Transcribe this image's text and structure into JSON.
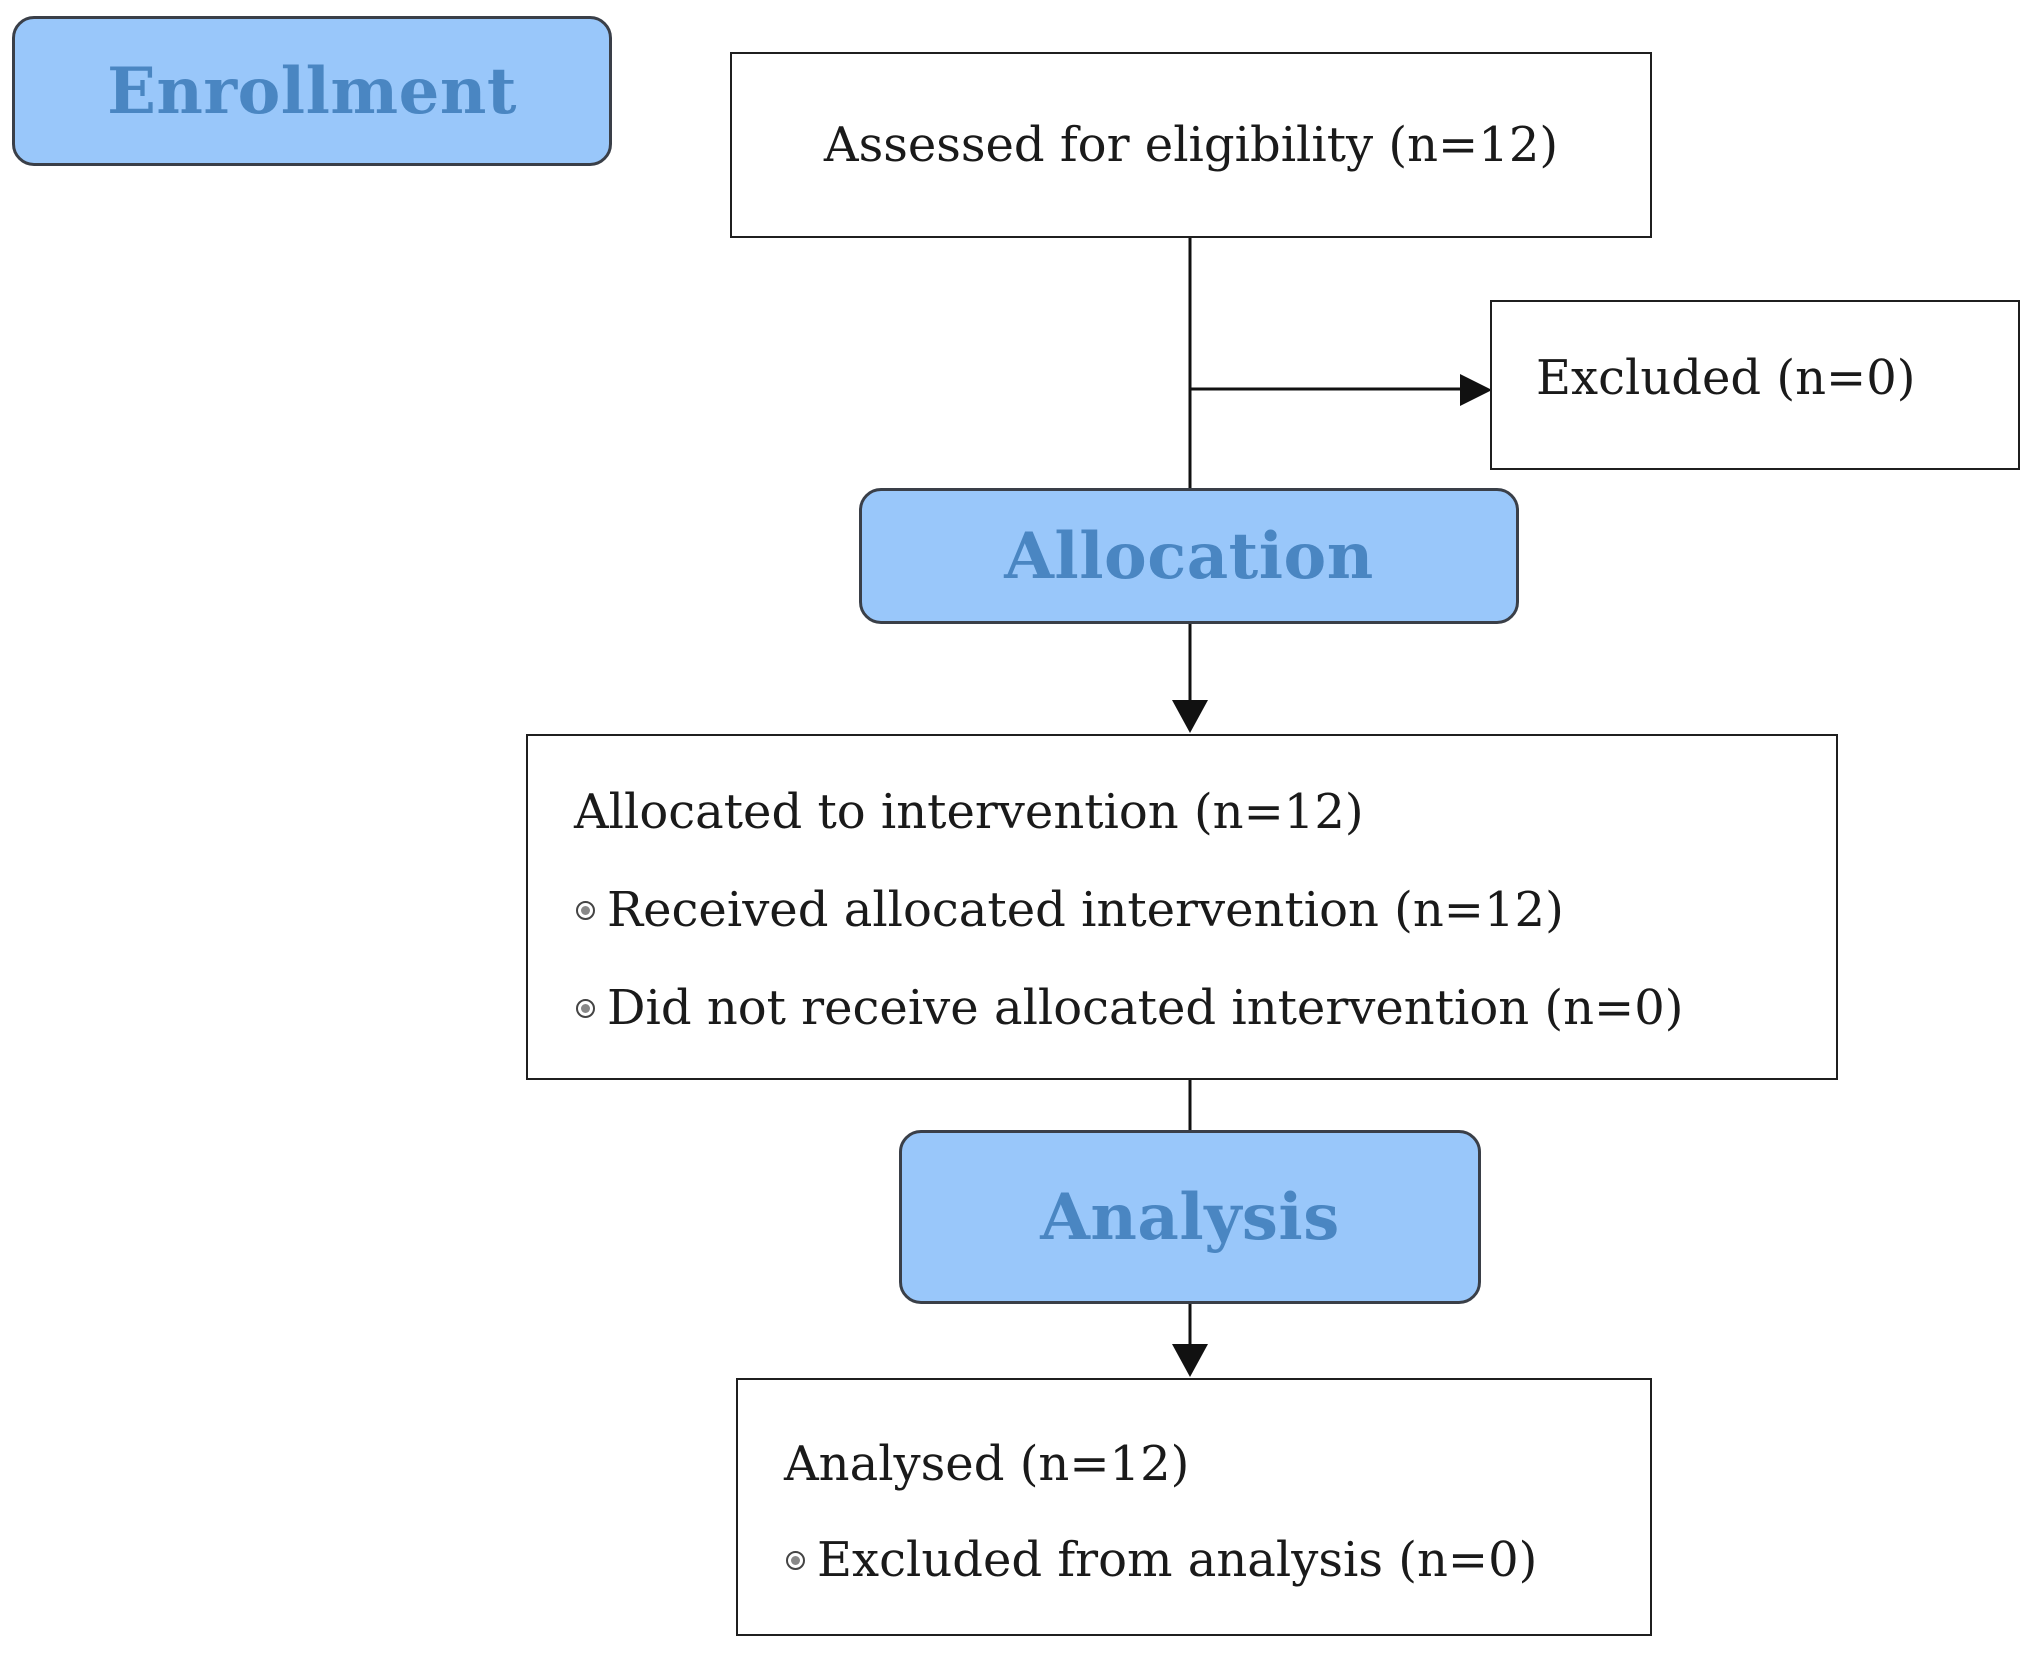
{
  "stages": {
    "enrollment": "Enrollment",
    "allocation": "Allocation",
    "analysis": "Analysis"
  },
  "boxes": {
    "assessed": "Assessed for eligibility (n=12)",
    "excluded": "Excluded (n=0)",
    "allocated": {
      "title": "Allocated to intervention (n=12)",
      "items": [
        "Received allocated intervention (n=12)",
        "Did not receive allocated intervention (n=0)"
      ]
    },
    "analysed": {
      "title": "Analysed (n=12)",
      "items": [
        "Excluded from analysis (n=0)"
      ]
    }
  },
  "colors": {
    "stage_fill": "#99c7fa",
    "stage_text": "#4a86c2",
    "stage_border": "#3a3f48",
    "line": "#111111"
  }
}
